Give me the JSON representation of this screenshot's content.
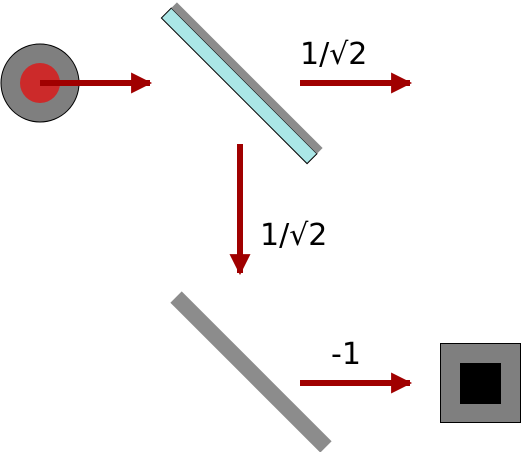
{
  "labels": {
    "transmitted_amplitude": "1/√2",
    "reflected_amplitude": "1/√2",
    "output_amplitude": "-1"
  },
  "colors": {
    "arrow": "#a00000",
    "source_disk": "#7f7f7f",
    "source_core": "#cc2a2a",
    "beam_splitter_glass": "#aae6e6",
    "beam_splitter_coating": "#8c8c8c",
    "mirror": "#8c8c8c",
    "detector_frame": "#7f7f7f",
    "detector_sensor": "#000000",
    "outline": "#000000"
  },
  "icons": {
    "source": "photon-source-icon",
    "beam_splitter": "beam-splitter-icon",
    "mirror": "mirror-icon",
    "detector": "detector-icon"
  }
}
